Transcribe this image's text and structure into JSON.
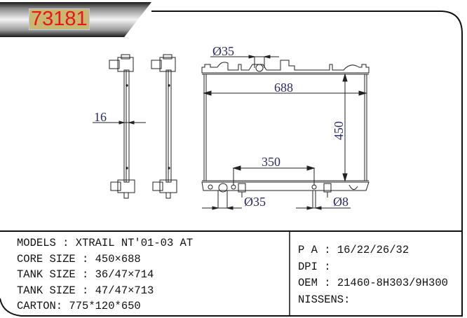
{
  "header": {
    "part_number": "73181",
    "part_number_color": "#e8151b",
    "badge_bg": "#c8b870"
  },
  "drawing": {
    "dimensions": {
      "inlet_diameter_top": "Ø35",
      "core_width": "688",
      "core_height": "450",
      "thickness": "16",
      "bottom_spacing": "350",
      "outlet_diameter_bottom": "Ø35",
      "small_fitting_diameter": "Ø8"
    }
  },
  "specs_left": [
    {
      "label": "MODELS : ",
      "value": "XTRAIL NT'01-03 AT"
    },
    {
      "label": "CORE SIZE : ",
      "value": "450×688"
    },
    {
      "label": "TANK SIZE : ",
      "value": "36/47×714"
    },
    {
      "label": "TANK SIZE : ",
      "value": "47/47×713"
    },
    {
      "label": "CARTON: ",
      "value": "775*120*650"
    }
  ],
  "specs_right": [
    {
      "label": "P A : ",
      "value": "16/22/26/32"
    },
    {
      "label": "DPI : ",
      "value": ""
    },
    {
      "label": "OEM : ",
      "value": "21460-8H303/9H300"
    },
    {
      "label": "NISSENS:",
      "value": ""
    }
  ]
}
